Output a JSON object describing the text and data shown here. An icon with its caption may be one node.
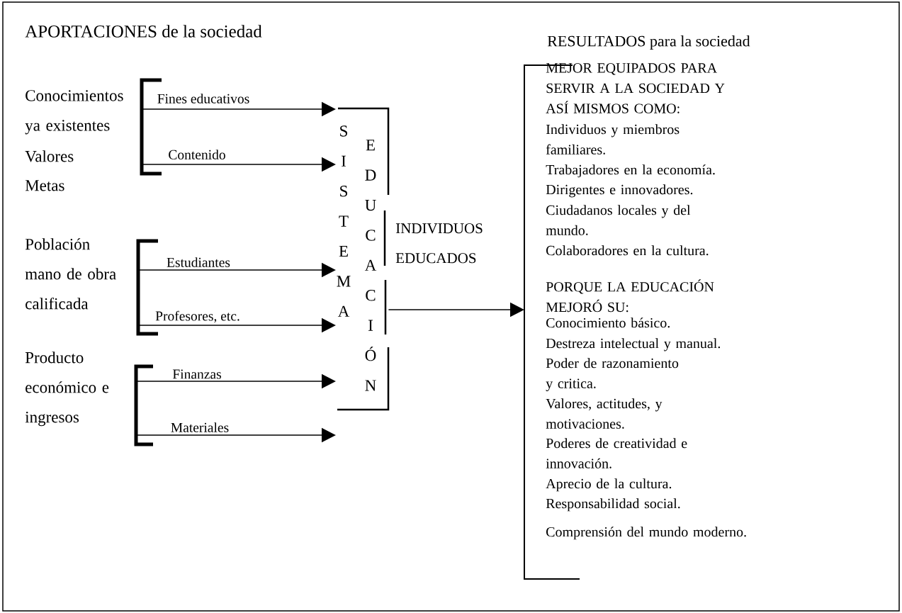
{
  "diagram": {
    "title": "APORTACIONES de la sociedad",
    "nodes": [
      {
        "text": [
          "Conocimientos ya existentes",
          "Valores",
          "Metas"
        ]
      },
      {
        "text": [
          "Población",
          "mano de obra calificada"
        ]
      },
      {
        "text": [
          "Producto económico e ingresos"
        ]
      },
      {
        "text": [
          "SISTEMA",
          "EDUCACIÓN"
        ]
      },
      {
        "text": [
          "RESULTADOS para la sociedad",
          "MEJOR EQUIPADOS PARA SERVIR A LA SOCIEDAD Y ASÍ MISMOS COMO:",
          "Individuos y miembros familiares.",
          "Trabajadores en la economía.",
          "Dirigentes e innovadores.",
          "Ciudadanos locales y del mundo.",
          "Colaboradores en la cultura.",
          "PORQUE LA EDUCACIÓN MEJORÓ SU:",
          "Conocimiento básico.",
          "Destreza intelectual y manual.",
          "Poder de razonamiento y critica.",
          "Valores, actitudes, y motivaciones.",
          "Poderes de creatividad e innovación.",
          "Aprecio de la cultura.",
          "Responsabilidad social.",
          "Comprensión del mundo moderno."
        ]
      }
    ],
    "edges": [
      {
        "from": 0,
        "to": 3,
        "arrow": "to",
        "label": "Fines educativos"
      },
      {
        "from": 0,
        "to": 3,
        "arrow": "to",
        "label": "Contenido"
      },
      {
        "from": 1,
        "to": 3,
        "arrow": "to",
        "label": "Estudiantes"
      },
      {
        "from": 1,
        "to": 3,
        "arrow": "to",
        "label": "Profesores, etc."
      },
      {
        "from": 2,
        "to": 3,
        "arrow": "to",
        "label": "Finanzas"
      },
      {
        "from": 2,
        "to": 3,
        "arrow": "to",
        "label": "Materiales"
      },
      {
        "from": 3,
        "to": 4,
        "arrow": "to",
        "label": "INDIVIDUOS EDUCADOS"
      }
    ]
  }
}
